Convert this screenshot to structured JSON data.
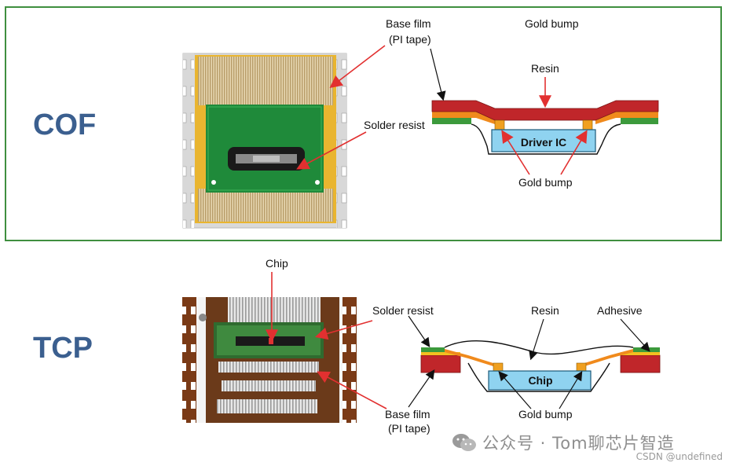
{
  "cof": {
    "title": "COF",
    "labels": {
      "base_film": "Base film",
      "base_film_sub": "(PI tape)",
      "gold_bump_top": "Gold bump",
      "resin": "Resin",
      "solder_resist": "Solder resist",
      "driver_ic": "Driver IC",
      "gold_bump_bottom": "Gold bump"
    }
  },
  "tcp": {
    "title": "TCP",
    "labels": {
      "chip": "Chip",
      "solder_resist": "Solder resist",
      "resin": "Resin",
      "adhesive": "Adhesive",
      "chip_ic": "Chip",
      "base_film": "Base film",
      "base_film_sub": "(PI tape)",
      "gold_bump": "Gold bump"
    }
  },
  "watermark": {
    "text": "公众号 · Tom聊芯片智造",
    "sub": "CSDN @undefined",
    "icon": "wechat-icon"
  },
  "colors": {
    "frame": "#3f8f3f",
    "title": "#3b5f8f",
    "base_film": "#c0262a",
    "adhesive": "#f08a1c",
    "solder_resist": "#3c9a3c",
    "chip": "#8fd3f0",
    "bump": "#f0a020",
    "arrow": "#e23030"
  }
}
